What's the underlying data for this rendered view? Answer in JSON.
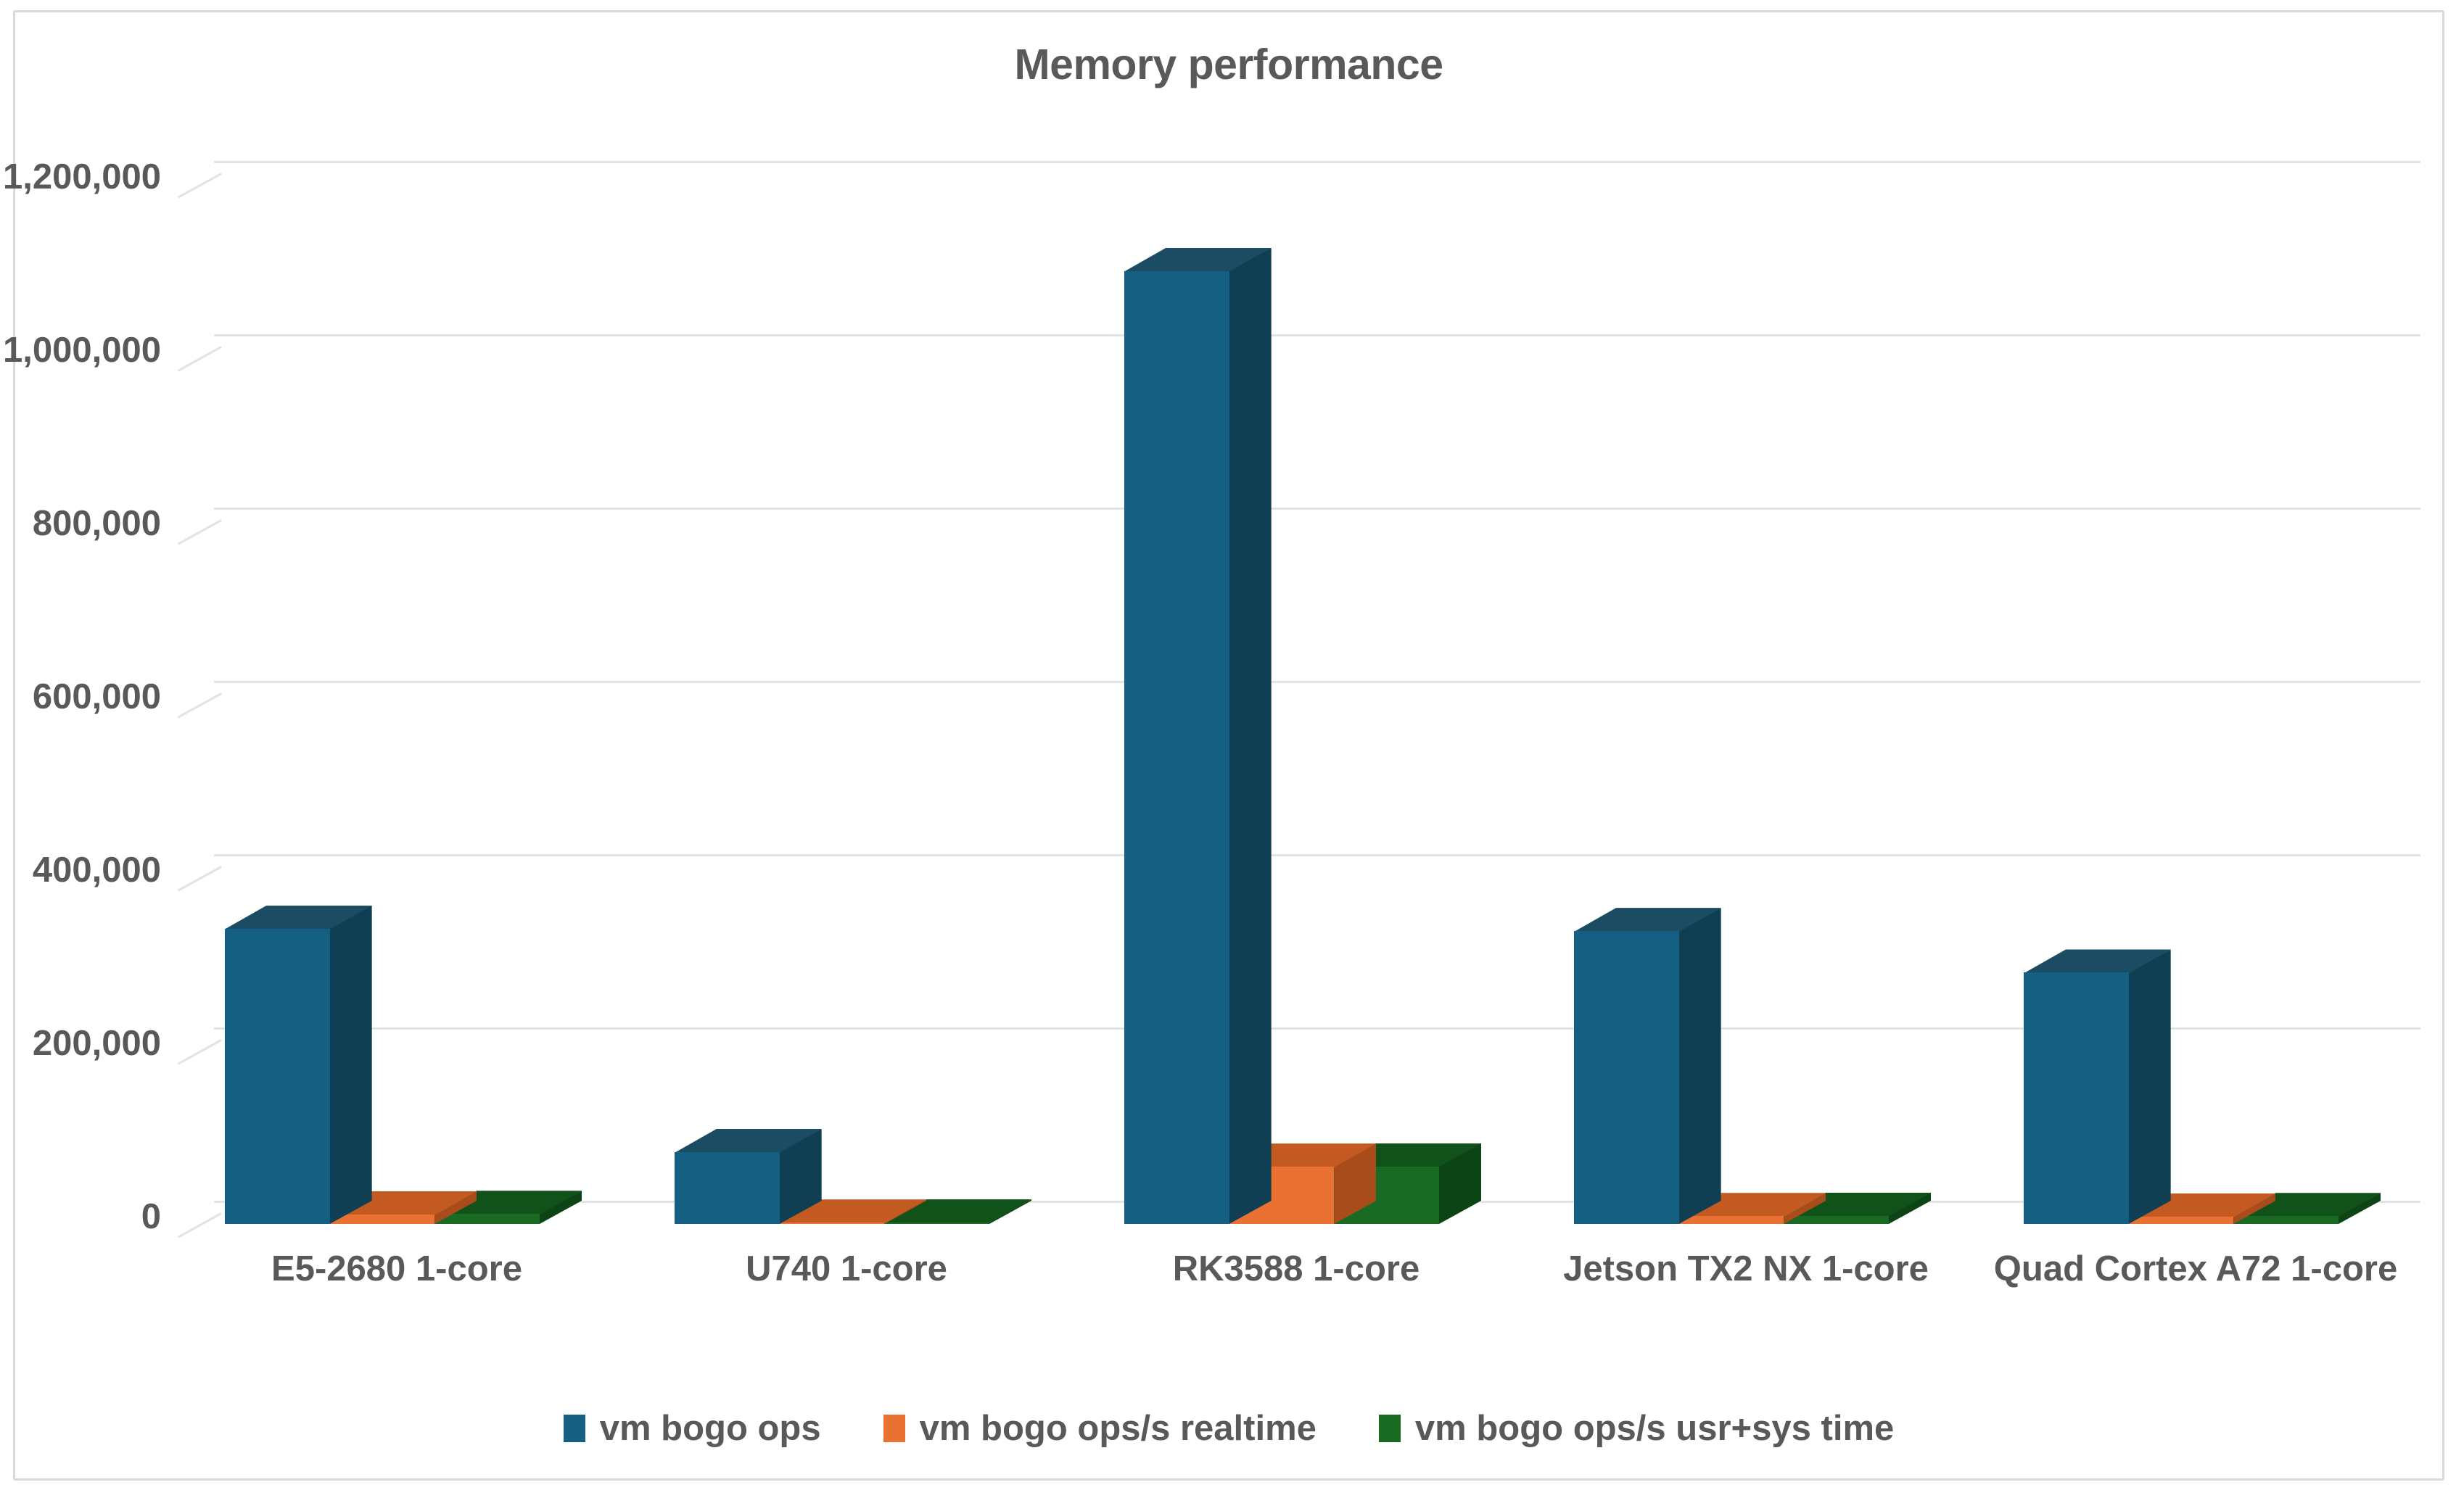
{
  "chart_data": {
    "type": "bar",
    "title": "Memory performance",
    "xlabel": "",
    "ylabel": "",
    "ylim": [
      0,
      1200000
    ],
    "ytick_labels": [
      "1,200,000",
      "1,000,000",
      "800,000",
      "600,000",
      "400,000",
      "200,000",
      "0"
    ],
    "ytick_values": [
      1200000,
      1000000,
      800000,
      600000,
      400000,
      200000,
      0
    ],
    "grid": true,
    "legend_position": "bottom",
    "style": "3d-clustered-column",
    "categories": [
      "E5-2680 1-core",
      "U740 1-core",
      "RK3588 1-core",
      "Jetson TX2 NX 1-core",
      "Quad Cortex A72 1-core"
    ],
    "series": [
      {
        "name": "vm bogo ops",
        "color": "#156082",
        "top_color": "#1B4C63",
        "side_color": "#103F53",
        "values": [
          341000,
          83000,
          1100000,
          338000,
          290000
        ]
      },
      {
        "name": "vm bogo ops/s realtime",
        "color": "#E97132",
        "top_color": "#C25A22",
        "side_color": "#A84C1C",
        "values": [
          11000,
          1500,
          66000,
          9000,
          8500
        ]
      },
      {
        "name": "vm bogo ops/s usr+sys time",
        "color": "#196B24",
        "top_color": "#11511A",
        "side_color": "#0D4415",
        "values": [
          11500,
          1600,
          66500,
          9500,
          9000
        ]
      }
    ]
  },
  "colors": {
    "title": "#595959",
    "axis_text": "#595959",
    "gridline": "#E3E3E3",
    "border": "#D9D9D9",
    "background": "#FFFFFF"
  }
}
